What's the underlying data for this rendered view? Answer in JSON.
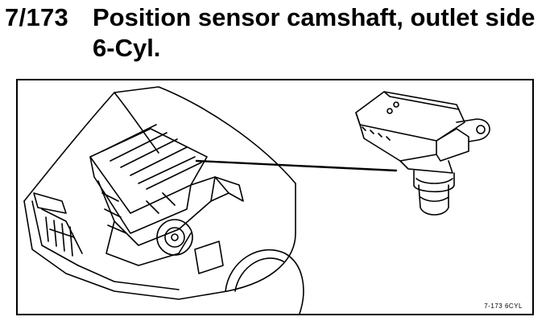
{
  "heading": {
    "ref_number": "7/173",
    "title_line1": "Position sensor camshaft, outlet side",
    "title_line2": "6-Cyl."
  },
  "figure": {
    "code": "7-173 6CYL"
  }
}
